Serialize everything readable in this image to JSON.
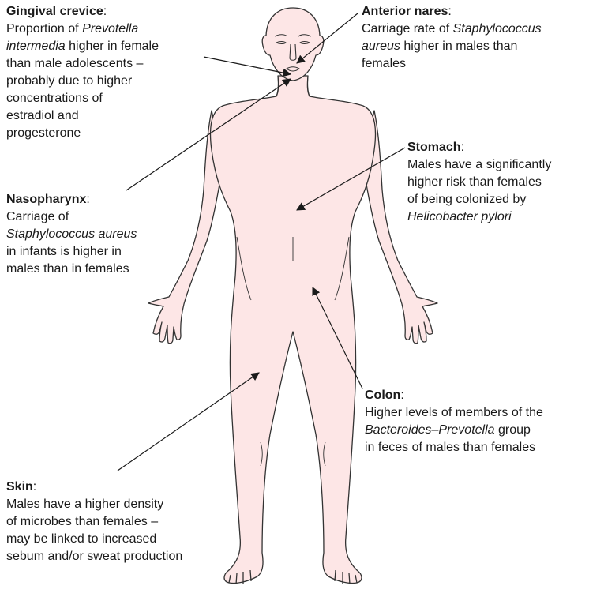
{
  "colors": {
    "body_fill": "#fde6e6",
    "outline": "#333333",
    "arrow": "#1a1a1a"
  },
  "labels": {
    "gingival": {
      "title": "Gingival crevice",
      "segments": [
        {
          "t": "Proportion of "
        },
        {
          "t": "Prevotella\nintermedia",
          "i": true
        },
        {
          "t": " higher in female\nthan male adolescents –\nprobably due to higher\nconcentrations of\nestradiol and\nprogesterone"
        }
      ]
    },
    "anterior": {
      "title": "Anterior nares",
      "segments": [
        {
          "t": "Carriage rate of "
        },
        {
          "t": "Staphylococcus\naureus",
          "i": true
        },
        {
          "t": " higher in males than\nfemales"
        }
      ]
    },
    "stomach": {
      "title": "Stomach",
      "segments": [
        {
          "t": "Males have a significantly\nhigher risk than females\nof being colonized by\n"
        },
        {
          "t": "Helicobacter pylori",
          "i": true
        }
      ]
    },
    "nasopharynx": {
      "title": "Nasopharynx",
      "segments": [
        {
          "t": "Carriage of\n"
        },
        {
          "t": "Staphylococcus aureus",
          "i": true
        },
        {
          "t": "\nin infants is higher in\nmales than in females"
        }
      ]
    },
    "colon": {
      "title": "Colon",
      "segments": [
        {
          "t": "Higher levels of members of the\n"
        },
        {
          "t": "Bacteroides–Prevotella",
          "i": true
        },
        {
          "t": " group\nin feces of males than females"
        }
      ]
    },
    "skin": {
      "title": "Skin",
      "segments": [
        {
          "t": "Males have a higher density\nof microbes than females –\nmay be linked to increased\nsebum and/or sweat production"
        }
      ]
    }
  }
}
